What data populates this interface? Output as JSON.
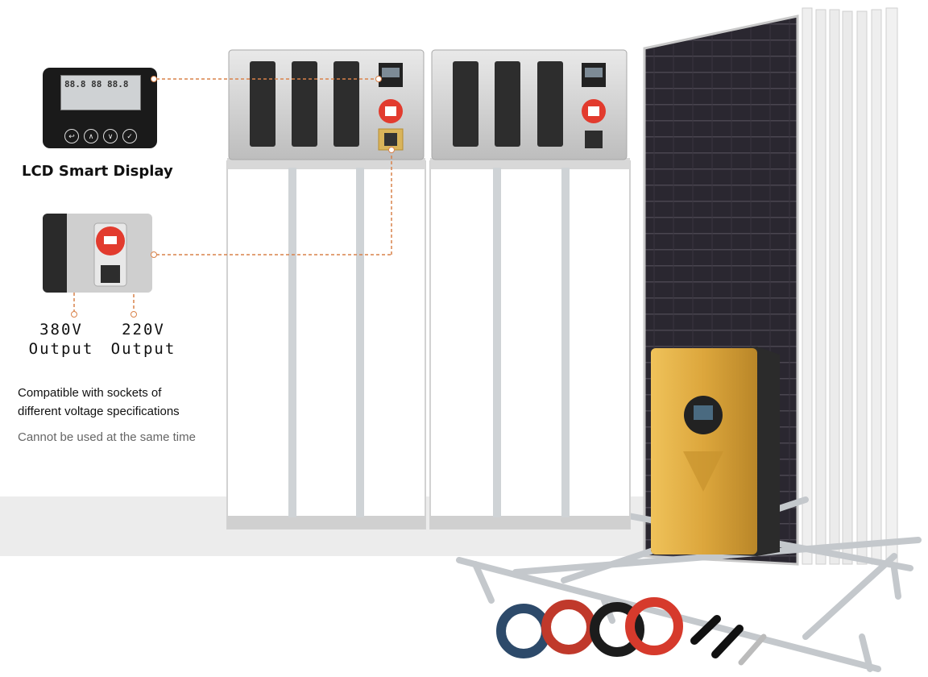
{
  "lcd_display": {
    "caption": "LCD Smart Display",
    "screen_digits": "88.8 88 88.8",
    "buttons": [
      "↩",
      "∧",
      "∨",
      "✓"
    ]
  },
  "outputs": [
    {
      "voltage": "380V",
      "label": "Output"
    },
    {
      "voltage": "220V",
      "label": "Output"
    }
  ],
  "compatibility": {
    "line1": "Compatible with sockets of",
    "line2": "different voltage specifications",
    "note": "Cannot be used at the same time"
  },
  "colors": {
    "leader_line": "#d9824a",
    "socket_red": "#e23b2e",
    "inverter_gold": "#dca63c",
    "panel_cell": "#2a2730"
  }
}
